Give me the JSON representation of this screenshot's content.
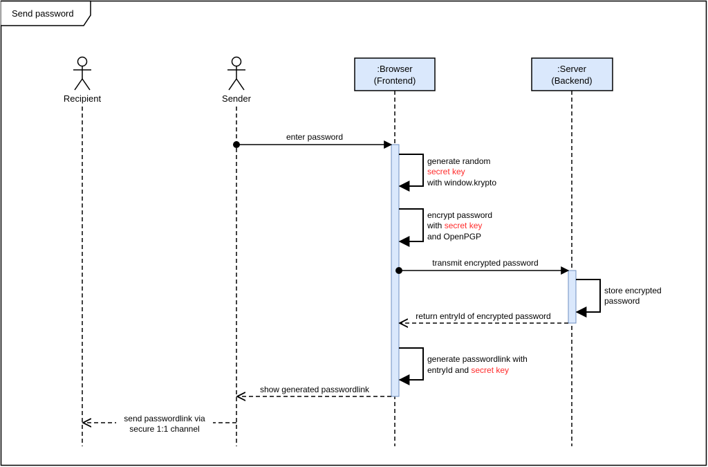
{
  "frame": {
    "title": "Send password"
  },
  "colors": {
    "lifeline_box_fill": "#dae8fc",
    "lifeline_box_stroke": "#000000",
    "activation_fill": "#dae8fc",
    "activation_stroke": "#6c8ebf",
    "highlight": "#ff2a2a"
  },
  "participants": [
    {
      "id": "recipient",
      "kind": "actor",
      "label": "Recipient"
    },
    {
      "id": "sender",
      "kind": "actor",
      "label": "Sender"
    },
    {
      "id": "browser",
      "kind": "box",
      "line1": ":Browser",
      "line2": "(Frontend)"
    },
    {
      "id": "server",
      "kind": "box",
      "line1": ":Server",
      "line2": "(Backend)"
    }
  ],
  "messages": {
    "enter_password": "enter password",
    "generate_random": {
      "line1": "generate random",
      "line2": "secret key",
      "line3": "with window.krypto"
    },
    "encrypt_password": {
      "line1": "encrypt password",
      "line2_prefix": "with ",
      "line2_highlight": "secret key",
      "line3": "and OpenPGP"
    },
    "transmit": "transmit encrypted password",
    "store": {
      "line1": "store encrypted",
      "line2": "password"
    },
    "return_entry": "return entryId of encrypted password",
    "generate_link": {
      "line1": "generate passwordlink with",
      "line2_prefix": "entryId and ",
      "line2_highlight": "secret key"
    },
    "show_link": "show generated passwordlink",
    "send_link": {
      "line1": "send passwordlink via",
      "line2": "secure 1:1 channel"
    }
  }
}
